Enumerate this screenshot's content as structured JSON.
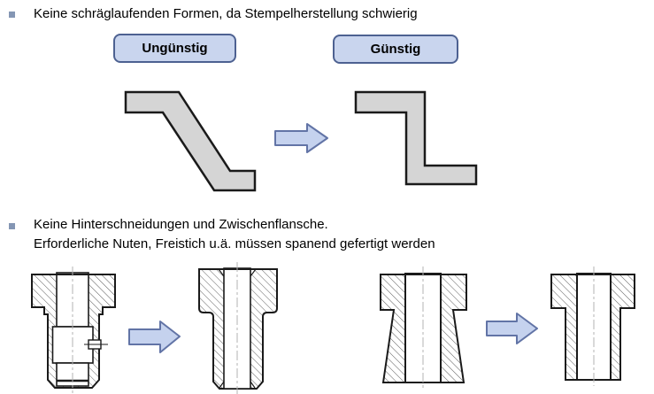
{
  "section_punch": {
    "bullet_text": "Keine schräglaufenden Formen, da Stempelherstellung schwierig",
    "label_unfavorable": "Ungünstig",
    "label_favorable": "Günstig"
  },
  "section_undercut": {
    "bullet_line1": "Keine Hinterschneidungen und Zwischenflansche.",
    "bullet_line2": "Erforderliche Nuten, Freistich u.ä. müssen spanend gefertigt werden"
  },
  "colors": {
    "background": "#ffffff",
    "text": "#000000",
    "bullet_square": "#8496b4",
    "label_box_fill": "#c9d5ee",
    "label_box_border": "#4d6191",
    "arrow_fill": "#c5d2ee",
    "arrow_stroke": "#6274a6",
    "shape_fill": "#d5d5d5",
    "shape_stroke": "#1a1a1a",
    "drawing_stroke": "#1a1a1a",
    "hatch_line": "#5f5f5f",
    "center_line": "#b3b3b3"
  },
  "icons": {
    "bullet": "square-bullet-icon",
    "arrow": "arrow-right-icon"
  },
  "figures": {
    "punch_unfavorable": "slanted-z-profile",
    "punch_favorable": "stepped-z-profile",
    "undercut_before": "bushing-section-with-grooves",
    "undercut_after": "bushing-section-plain",
    "flange_before": "tapered-bushing-section",
    "flange_after": "straight-bushing-section"
  }
}
